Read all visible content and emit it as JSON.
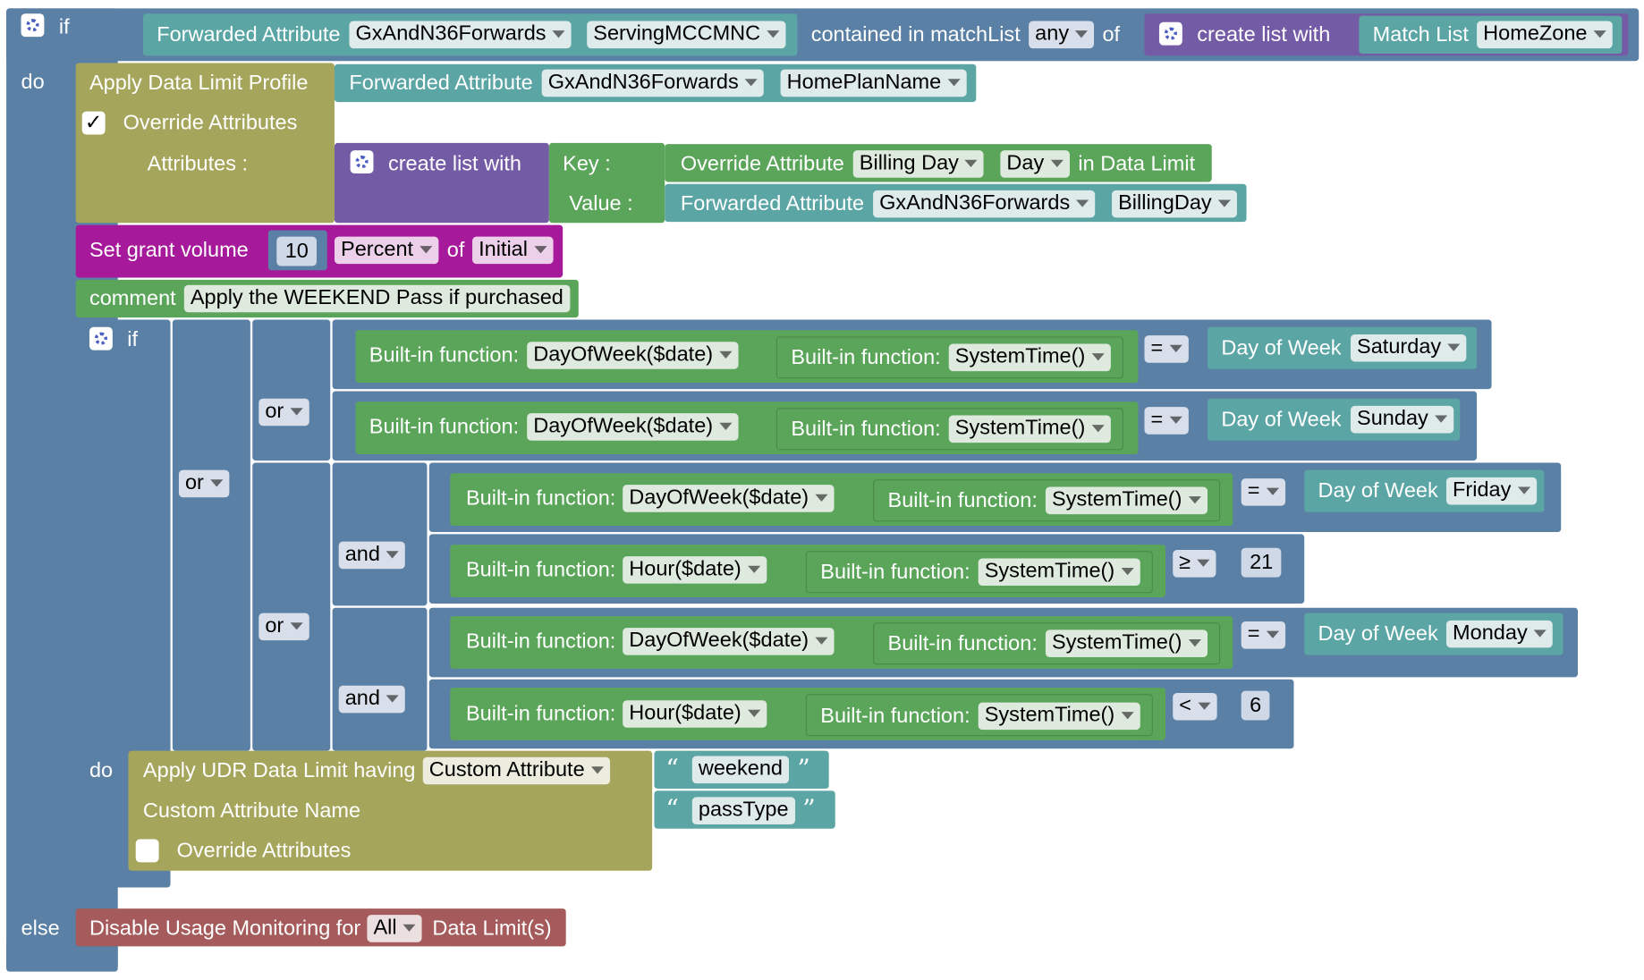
{
  "kw": {
    "if": "if",
    "do": "do",
    "else": "else",
    "or": "or",
    "and": "and",
    "of": "of"
  },
  "top": {
    "forwarded_attribute": "Forwarded Attribute",
    "fwd_group": "GxAndN36Forwards",
    "fwd_name": "ServingMCCMNC",
    "contained": "contained in matchList",
    "match_mode": "any",
    "create_list": "create list with",
    "match_list": "Match List",
    "match_list_value": "HomeZone"
  },
  "profile": {
    "title": "Apply Data Limit Profile",
    "override": "Override Attributes",
    "override_checked": "✓",
    "attributes": "Attributes :",
    "fwd_label": "Forwarded Attribute",
    "fwd_group": "GxAndN36Forwards",
    "fwd_name": "HomePlanName",
    "create_list": "create list with",
    "key": "Key :",
    "value": "Value :",
    "override_attr": "Override Attribute",
    "billing_day": "Billing Day",
    "day": "Day",
    "in_data_limit": "in Data Limit",
    "val_fwd_label": "Forwarded Attribute",
    "val_fwd_group": "GxAndN36Forwards",
    "val_fwd_name": "BillingDay"
  },
  "grant": {
    "label": "Set grant volume",
    "amount": "10",
    "unit": "Percent",
    "of": "of",
    "basis": "Initial"
  },
  "comment": {
    "label": "comment",
    "text": "Apply the WEEKEND Pass if purchased"
  },
  "cond": {
    "builtin": "Built-in function:",
    "dow": "DayOfWeek($date)",
    "hour": "Hour($date)",
    "systime": "SystemTime()",
    "eq": "=",
    "gte": "≥",
    "lt": "<",
    "dow_label": "Day of Week",
    "saturday": "Saturday",
    "sunday": "Sunday",
    "friday": "Friday",
    "monday": "Monday",
    "n21": "21",
    "n6": "6"
  },
  "udr": {
    "title": "Apply UDR Data Limit having",
    "custom_attr": "Custom Attribute",
    "value": "weekend",
    "name_label": "Custom Attribute Name",
    "name_value": "passType",
    "override": "Override Attributes",
    "quote_open": "“",
    "quote_close": "”"
  },
  "disable": {
    "label": "Disable Usage Monitoring for",
    "scope": "All",
    "suffix": "Data Limit(s)"
  },
  "colors": {
    "logic": "#5b80a5",
    "teal": "#5ba5a5",
    "olive": "#a5a55b",
    "purple": "#745ba5",
    "magenta": "#a5199a",
    "green": "#5ba55b",
    "red": "#a55b5b",
    "field": "#dfe3e9"
  }
}
